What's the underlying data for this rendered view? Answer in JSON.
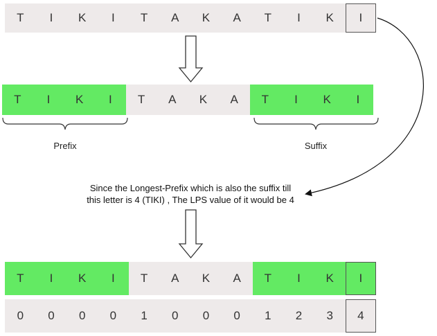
{
  "colors": {
    "highlight": "#63ea63",
    "plain": "#eeeaea",
    "box_border": "#555555"
  },
  "letters": [
    "T",
    "I",
    "K",
    "I",
    "T",
    "A",
    "K",
    "A",
    "T",
    "I",
    "K",
    "I"
  ],
  "lps_values": [
    "0",
    "0",
    "0",
    "0",
    "1",
    "0",
    "0",
    "0",
    "1",
    "2",
    "3",
    "4"
  ],
  "labels": {
    "prefix": "Prefix",
    "suffix": "Suffix",
    "caption_line1": "Since the Longest-Prefix which is also the suffix till",
    "caption_line2": "this letter is 4 (TIKI) , The LPS value of it would be 4"
  },
  "icons": [
    "down-arrow-icon",
    "curved-arrow-icon",
    "brace-icon"
  ]
}
